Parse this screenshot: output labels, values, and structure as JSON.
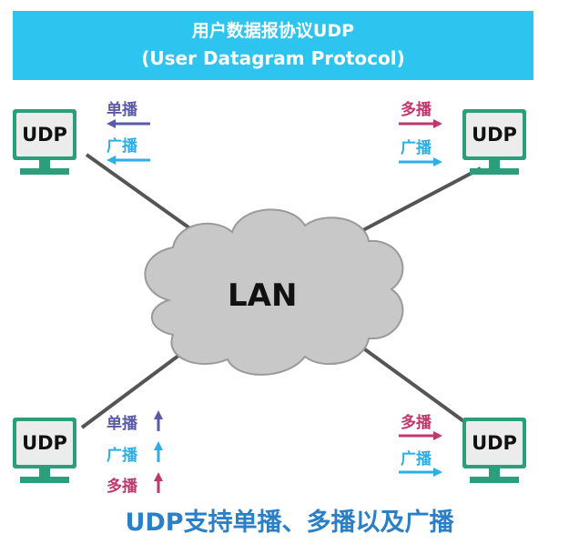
{
  "header": {
    "title_cn": "用户数据报协议UDP",
    "title_en_parts": [
      "(",
      "U",
      "ser ",
      "D",
      "atagram ",
      "P",
      "rotocol)"
    ]
  },
  "hosts": {
    "top_left": "UDP",
    "top_right": "UDP",
    "bottom_left": "UDP",
    "bottom_right": "UDP"
  },
  "network": {
    "label": "LAN"
  },
  "labels": {
    "unicast": "单播",
    "broadcast": "广播",
    "multicast": "多播"
  },
  "colors": {
    "header_bg": "#2ec4f0",
    "monitor": "#2b9f7c",
    "unicast": "#5a5aa8",
    "broadcast": "#2eaee6",
    "multicast": "#c0386e",
    "cloud": "#c8c8c8",
    "footer": "#2b7fc7"
  },
  "footer": {
    "text": "UDP支持单播、多播以及广播"
  }
}
